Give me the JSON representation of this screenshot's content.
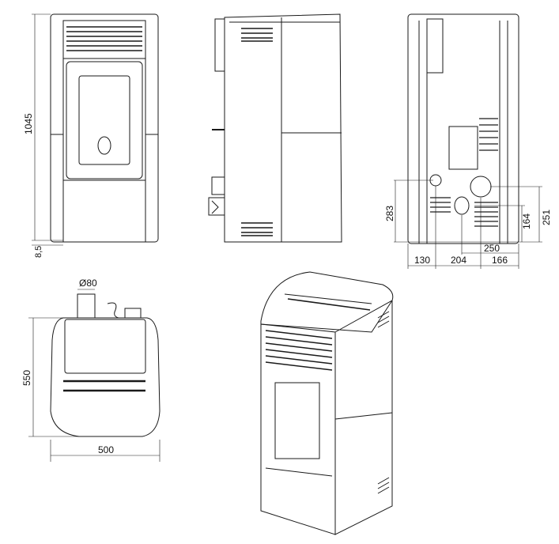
{
  "drawing": {
    "subject": "pellet stove dimensional drawing",
    "views": [
      {
        "id": "front",
        "label": "front view"
      },
      {
        "id": "side",
        "label": "side view"
      },
      {
        "id": "rear",
        "label": "rear view"
      },
      {
        "id": "top",
        "label": "top view"
      },
      {
        "id": "iso",
        "label": "isometric view"
      }
    ],
    "dimensions": {
      "front_height": "1045",
      "front_foot": "8,5",
      "rear_inlet_height": "283",
      "rear_outlet_height": "251",
      "rear_socket_height": "164",
      "rear_offset_1": "130",
      "rear_offset_2": "204",
      "rear_offset_3": "166",
      "rear_offset_total": "250",
      "top_depth": "550",
      "top_width": "500",
      "flue_diameter": "Ø80"
    },
    "colors": {
      "line": "#1a1a1a",
      "background": "#ffffff"
    }
  }
}
